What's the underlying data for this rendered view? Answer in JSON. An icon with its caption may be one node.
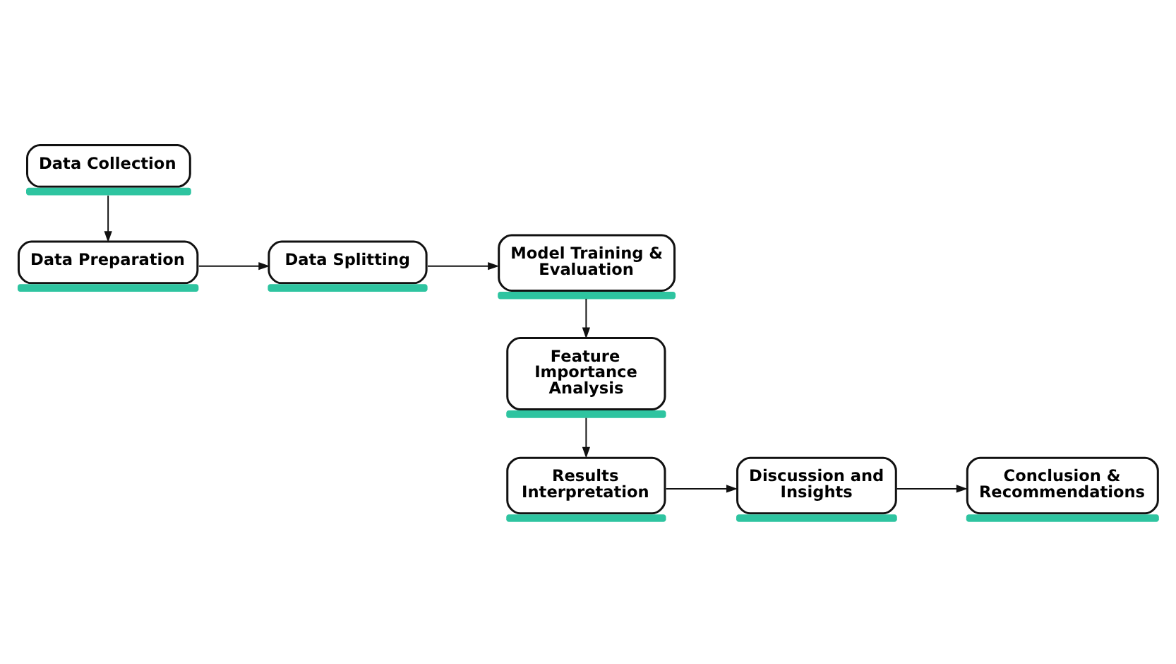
{
  "diagram": {
    "nodes": [
      {
        "text": [
          "Data Collection"
        ]
      },
      {
        "text": [
          "Data Preparation"
        ]
      },
      {
        "text": [
          "Data Splitting"
        ]
      },
      {
        "text": [
          "Model Training & Evaluation"
        ]
      },
      {
        "text": [
          "Feature Importance Analysis"
        ]
      },
      {
        "text": [
          "Results Interpretation"
        ]
      },
      {
        "text": [
          "Discussion and Insights"
        ]
      },
      {
        "text": [
          "Conclusion & Recommendations"
        ]
      }
    ],
    "edges": [
      {
        "from": 0,
        "to": 1,
        "arrow": "to"
      },
      {
        "from": 1,
        "to": 2,
        "arrow": "to"
      },
      {
        "from": 2,
        "to": 3,
        "arrow": "to"
      },
      {
        "from": 3,
        "to": 4,
        "arrow": "to"
      },
      {
        "from": 4,
        "to": 5,
        "arrow": "to"
      },
      {
        "from": 5,
        "to": 6,
        "arrow": "to"
      },
      {
        "from": 6,
        "to": 7,
        "arrow": "to"
      }
    ]
  }
}
